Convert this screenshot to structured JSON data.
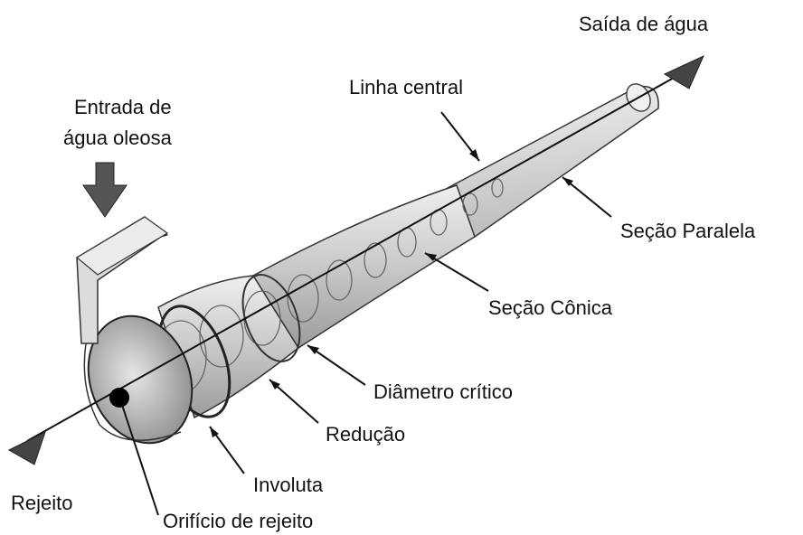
{
  "labels": {
    "saida": "Saída de água",
    "linha_central": "Linha central",
    "entrada_1": "Entrada de",
    "entrada_2": "água oleosa",
    "secao_paralela": "Seção Paralela",
    "secao_conica": "Seção Cônica",
    "diametro_critico": "Diâmetro crítico",
    "reducao": "Redução",
    "involuta": "Involuta",
    "rejeito": "Rejeito",
    "orificio": "Orifício de rejeito"
  },
  "colors": {
    "line": "#111111",
    "body_fill": "#d4d4d4",
    "arrow_fill": "#555555"
  }
}
